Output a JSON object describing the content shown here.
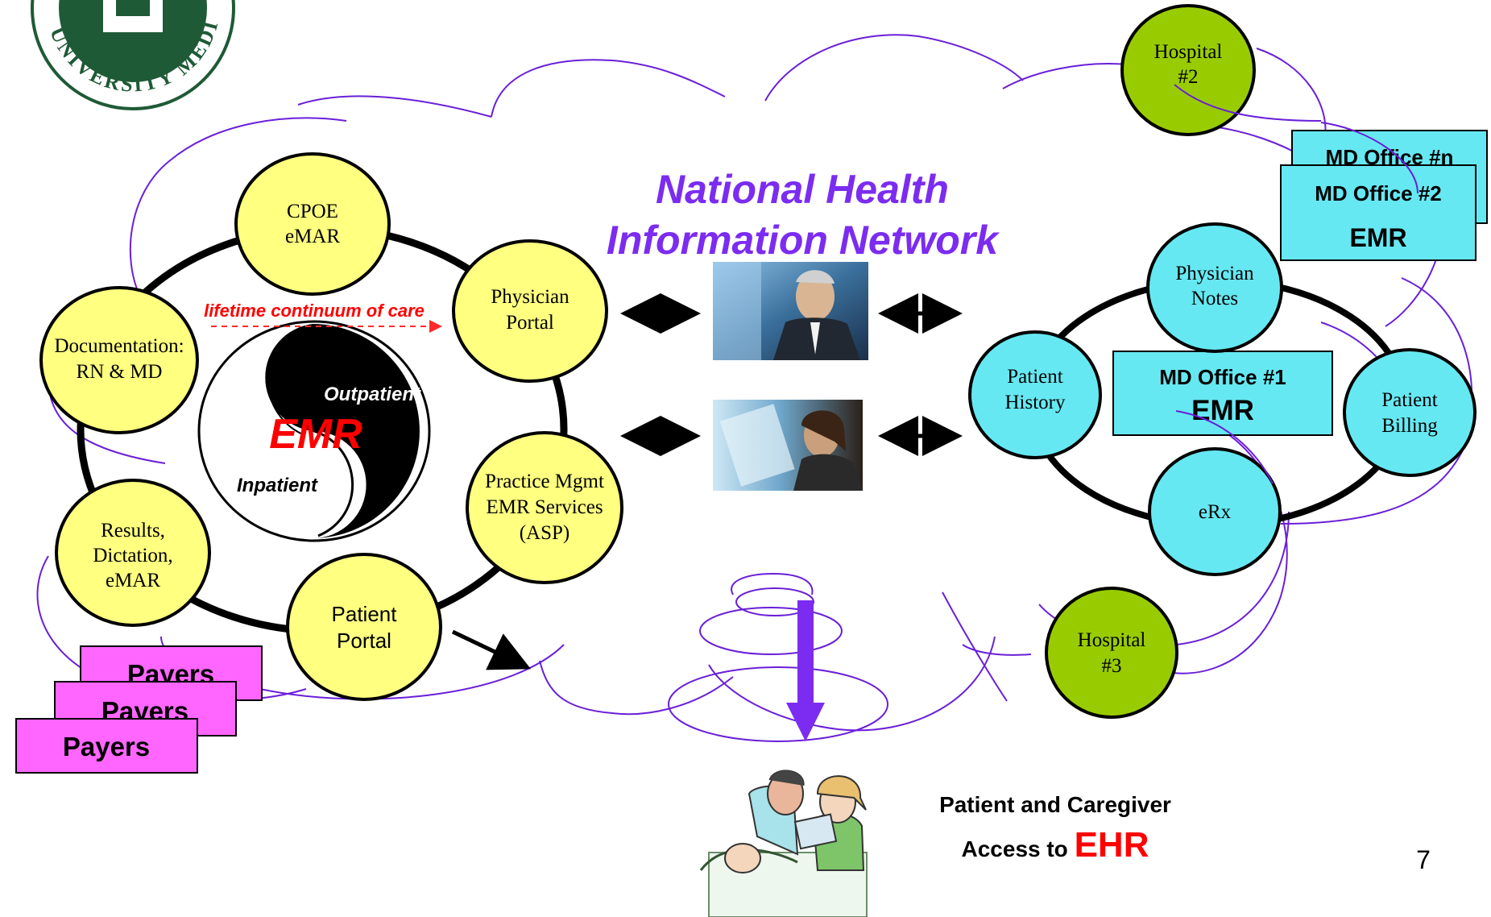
{
  "logo": {
    "text": "UNIVERSITY MEDICAL CENTER",
    "colors": {
      "green": "#1e5a36"
    }
  },
  "title": {
    "line1": "National Health",
    "line2": "Information Network",
    "color": "#7b2cf0"
  },
  "hospital_ring": {
    "nodes": {
      "cpoe": [
        "CPOE",
        "eMAR"
      ],
      "documentation": [
        "Documentation:",
        "RN & MD"
      ],
      "physician_portal": [
        "Physician",
        "Portal"
      ],
      "results": [
        "Results,",
        "Dictation,",
        "eMAR"
      ],
      "practice_mgmt": [
        "Practice Mgmt",
        "EMR Services",
        "(ASP)"
      ],
      "patient_portal": [
        "Patient",
        "Portal"
      ]
    },
    "continuum_label": "lifetime continuum of care",
    "emr_label": "EMR",
    "outpatient_label": "Outpatient",
    "inpatient_label": "Inpatient"
  },
  "payers": [
    "Payers",
    "Payers",
    "Payers"
  ],
  "md_office_ring": {
    "office_n": "MD Office #n",
    "office_2": "MD Office #2",
    "office_2_emr": "EMR",
    "office_1": "MD Office #1",
    "office_1_emr": "EMR",
    "nodes": {
      "physician_notes": [
        "Physician",
        "Notes"
      ],
      "patient_history": [
        "Patient",
        "History"
      ],
      "patient_billing": [
        "Patient",
        "Billing"
      ],
      "erx": [
        "eRx"
      ]
    }
  },
  "hospitals": {
    "hospital_2": [
      "Hospital",
      "#2"
    ],
    "hospital_3": [
      "Hospital",
      "#3"
    ]
  },
  "access": {
    "line1": "Patient and Caregiver",
    "line2_prefix": "Access to ",
    "line2_highlight": "EHR"
  },
  "page_number": "7",
  "colors": {
    "cloud": "#6a1fd8",
    "yellow": "#ffff80",
    "cyan": "#66e8f2",
    "green": "#99cc00",
    "magenta": "#ff66ff",
    "red": "#ff0000",
    "arrow_purple": "#7b2cf0",
    "black": "#000000"
  }
}
